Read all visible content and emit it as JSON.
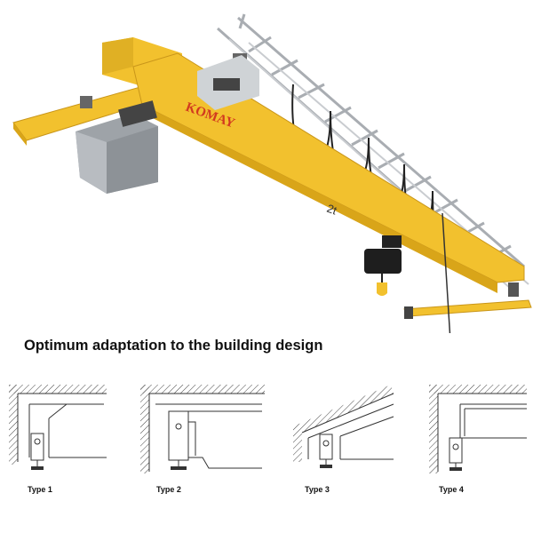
{
  "brand": {
    "logo_text": "KOMAY",
    "capacity_label": "2t",
    "yellow": "#F2C12E",
    "yellow_dark": "#D9A519"
  },
  "headline": "Optimum adaptation to the building design",
  "types": [
    {
      "label": "Type 1",
      "icon": "sloped-roof-bracket-diagram"
    },
    {
      "label": "Type 2",
      "icon": "notched-wall-bracket-diagram"
    },
    {
      "label": "Type 3",
      "icon": "sloped-ceiling-bracket-diagram"
    },
    {
      "label": "Type 4",
      "icon": "flat-ceiling-corner-diagram"
    }
  ]
}
